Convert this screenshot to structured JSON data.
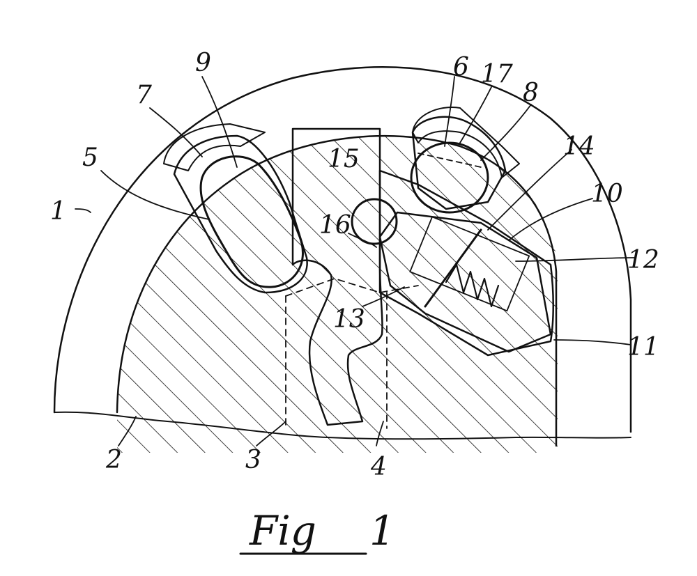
{
  "figure": {
    "caption_prefix": "Fig",
    "caption_number": "1"
  },
  "references": [
    {
      "id": "r1",
      "text": "1"
    },
    {
      "id": "r2",
      "text": "2"
    },
    {
      "id": "r3",
      "text": "3"
    },
    {
      "id": "r4",
      "text": "4"
    },
    {
      "id": "r5",
      "text": "5"
    },
    {
      "id": "r6",
      "text": "6"
    },
    {
      "id": "r7",
      "text": "7"
    },
    {
      "id": "r8",
      "text": "8"
    },
    {
      "id": "r9",
      "text": "9"
    },
    {
      "id": "r10",
      "text": "10"
    },
    {
      "id": "r11",
      "text": "11"
    },
    {
      "id": "r12",
      "text": "12"
    },
    {
      "id": "r13",
      "text": "13"
    },
    {
      "id": "r14",
      "text": "14"
    },
    {
      "id": "r15",
      "text": "15"
    },
    {
      "id": "r16",
      "text": "16"
    },
    {
      "id": "r17",
      "text": "17"
    }
  ],
  "colors": {
    "ink": "#111111",
    "paper": "#ffffff"
  }
}
